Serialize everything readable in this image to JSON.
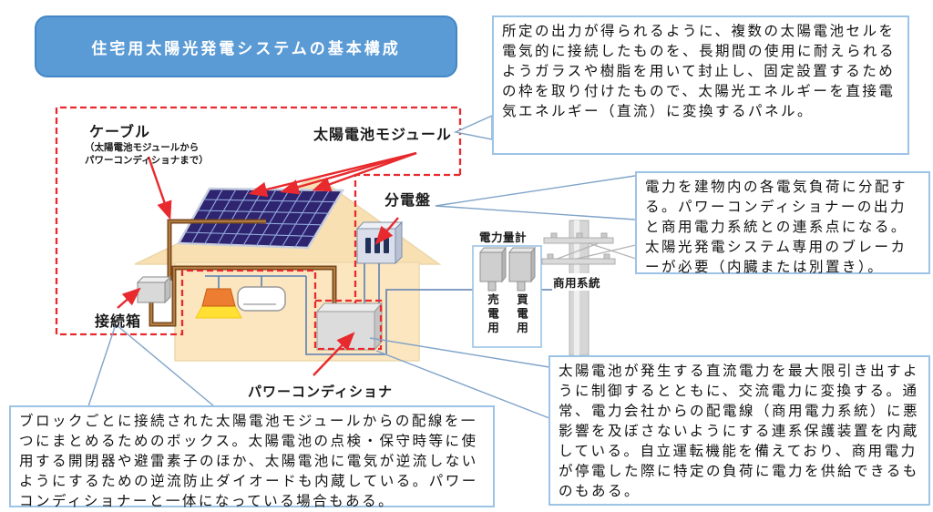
{
  "title": "住宅用太陽光発電システムの基本構成",
  "callouts": {
    "module": {
      "text": "所定の出力が得られるように、複数の太陽電池セルを電気的に接続したものを、長期間の使用に耐えられるようガラスや樹脂を用いて封止し、固定設置するための枠を取り付けたもので、太陽光エネルギーを直接電気エネルギー（直流）に変換するパネル。"
    },
    "distribution_board": {
      "text": "電力を建物内の各電気負荷に分配する。パワーコンディショナーの出力と商用電力系統との連系点になる。太陽光発電システム専用のブレーカーが必要（内臓または別置き）。"
    },
    "power_conditioner": {
      "text": "太陽電池が発生する直流電力を最大限引き出すように制御するとともに、交流電力に変換する。通常、電力会社からの配電線（商用電力系統）に悪影響を及ぼさないようにする連系保護装置を内蔵している。自立運転機能を備えており、商用電力が停電した際に特定の負荷に電力を供給できるものもある。"
    },
    "junction_box": {
      "text": "ブロックごとに接続された太陽電池モジュールからの配線を一つにまとめるためのボックス。太陽電池の点検・保守時等に使用する開閉器や避雷素子のほか、太陽電池に電気が逆流しないようにするための逆流防止ダイオードも内蔵している。パワーコンディショナーと一体になっている場合もある。"
    }
  },
  "diagram": {
    "labels": {
      "cable": "ケーブル",
      "cable_note_line1": "（太陽電池モジュールから",
      "cable_note_line2": "パワーコンディショナまで）",
      "solar_module": "太陽電池モジュール",
      "distribution_board": "分電盤",
      "power_meter": "電力量計",
      "commercial_grid": "商用系統",
      "sell_meter": "売電用",
      "buy_meter": "買電用",
      "junction_box": "接続箱",
      "power_conditioner": "パワーコンディショナ"
    }
  },
  "colors": {
    "title_bg": "#5B9BD5",
    "callout_border": "#9DC3E6",
    "highlight_red": "#E8292D",
    "wire_blue": "#5B7FB4",
    "cable_brown": "#96602C",
    "house_wall": "#FBE6C0",
    "solar_panel": "#2E2470",
    "callout_line": "#7FA3C8"
  }
}
